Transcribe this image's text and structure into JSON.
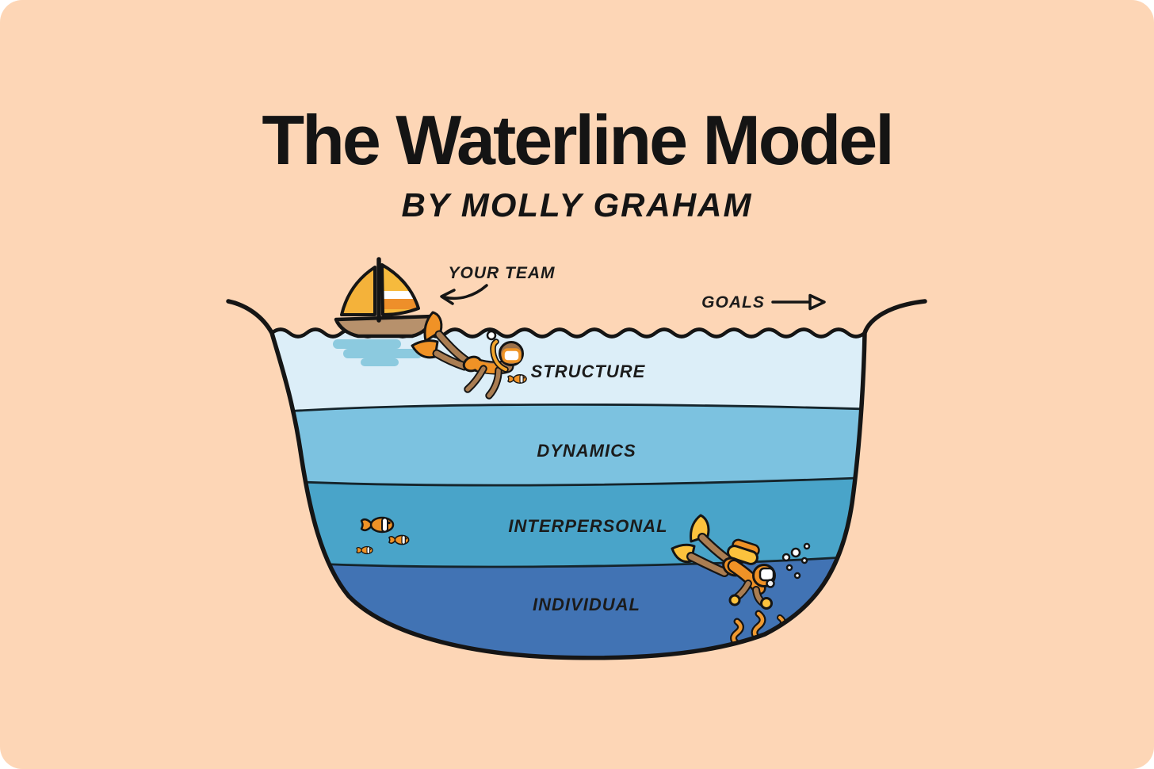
{
  "title": "The Waterline Model",
  "subtitle": "BY MOLLY GRAHAM",
  "annotations": {
    "your_team_label": "YOUR TEAM",
    "goals_label": "GOALS"
  },
  "layers": [
    {
      "label": "STRUCTURE",
      "color": "#dceef8"
    },
    {
      "label": "DYNAMICS",
      "color": "#7cc2e0"
    },
    {
      "label": "INTERPERSONAL",
      "color": "#49a4c9"
    },
    {
      "label": "INDIVIDUAL",
      "color": "#4173b4"
    }
  ],
  "colors": {
    "background": "#fdd6b6",
    "outline": "#151515",
    "accent_orange": "#f09226",
    "accent_yellow": "#fcc23d",
    "boat_hull": "#b7916c",
    "sail_yellow": "#f6ba3d",
    "skin": "#aa7d52",
    "boat_shadow": "#8ccadf",
    "label_ink": "#1b1b1b"
  },
  "scene": {
    "waterline_position": "top of basin",
    "illustrations": [
      "sailboat-icon",
      "snorkeler-icon",
      "scuba-diver-icon",
      "clownfish-icon",
      "seaweed-icon",
      "bubbles-icon"
    ]
  }
}
